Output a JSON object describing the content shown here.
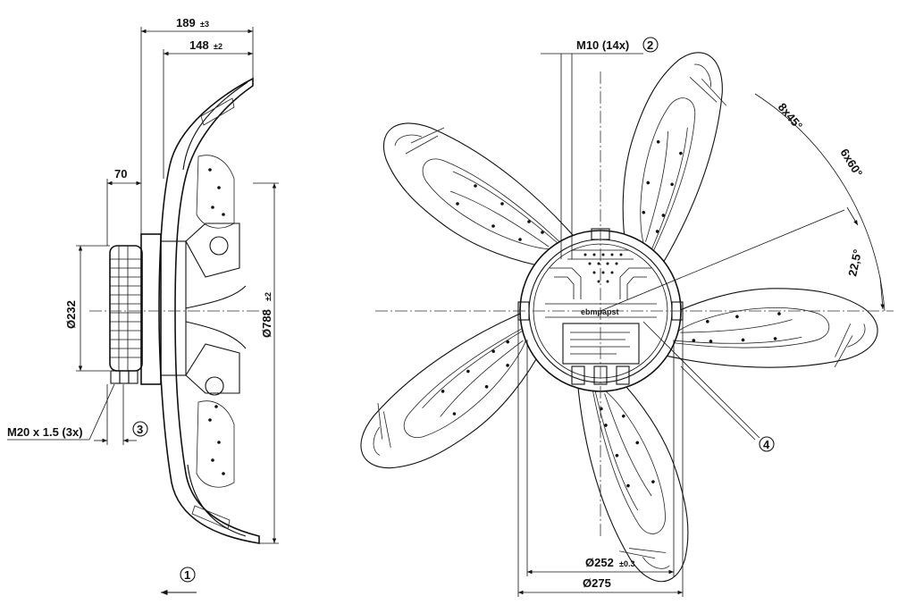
{
  "drawing": {
    "side_view": {
      "dim_189": "189",
      "dim_189_tol": "±3",
      "dim_148": "148",
      "dim_148_tol": "±2",
      "dim_70": "70",
      "dim_232": "Ø232",
      "dim_788": "Ø788",
      "dim_788_tol": "±2",
      "thread_label": "M20 x 1.5 (3x)",
      "callout_1": "1",
      "callout_3": "3"
    },
    "front_view": {
      "bolt_label": "M10 (14x)",
      "callout_2": "2",
      "callout_4": "4",
      "angle_8x45": "8x45°",
      "angle_6x60": "6x60°",
      "angle_22_5": "22,5°",
      "dim_252": "Ø252",
      "dim_252_tol": "±0.3",
      "dim_275": "Ø275",
      "brand_text": "ebmpapst",
      "colors": {
        "line": "#111111",
        "background": "#ffffff"
      }
    }
  }
}
